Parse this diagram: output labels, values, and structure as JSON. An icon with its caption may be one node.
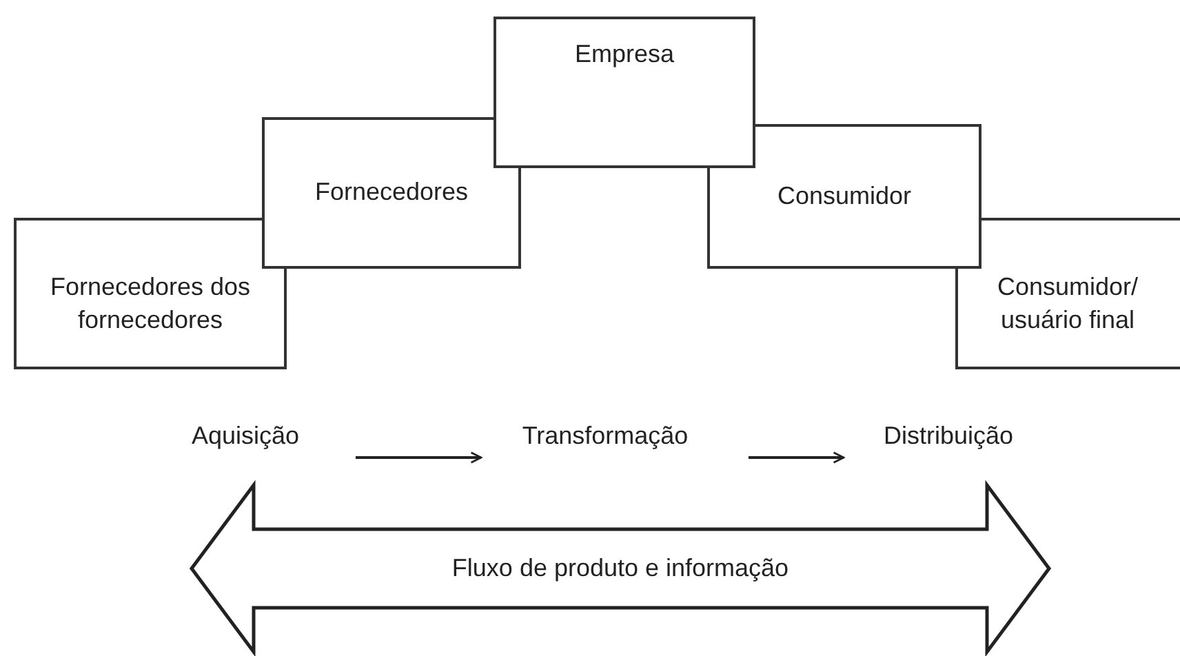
{
  "diagram": {
    "nodes": [
      {
        "text": [
          "Fornecedores dos fornecedores"
        ]
      },
      {
        "text": [
          "Fornecedores"
        ]
      },
      {
        "text": [
          "Empresa"
        ]
      },
      {
        "text": [
          "Consumidor"
        ]
      },
      {
        "text": [
          "Consumidor/ usuário final"
        ]
      },
      {
        "text": [
          "Aquisição"
        ]
      },
      {
        "text": [
          "Transformação"
        ]
      },
      {
        "text": [
          "Distribuição"
        ]
      },
      {
        "text": [
          "Fluxo de produto e informação"
        ]
      }
    ],
    "edges": [
      {
        "from": 5,
        "to": 6,
        "arrow": "to"
      },
      {
        "from": 6,
        "to": 7,
        "arrow": "to"
      }
    ]
  }
}
